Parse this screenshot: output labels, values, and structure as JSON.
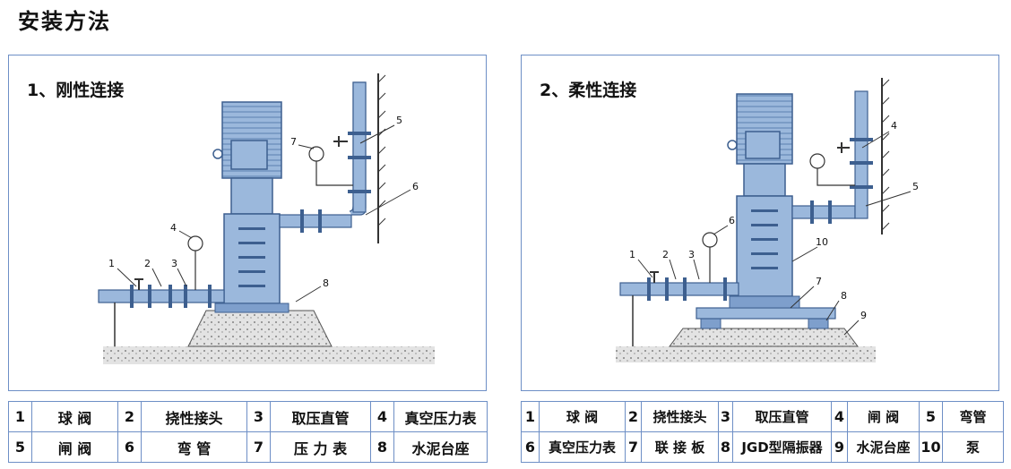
{
  "page": {
    "title": "安装方法"
  },
  "left_panel": {
    "title": "1、刚性连接",
    "callouts": [
      "1",
      "2",
      "3",
      "4",
      "5",
      "6",
      "7",
      "8"
    ],
    "legend": [
      [
        {
          "num": "1",
          "label": "球 阀"
        },
        {
          "num": "2",
          "label": "挠性接头"
        },
        {
          "num": "3",
          "label": "取压直管"
        },
        {
          "num": "4",
          "label": "真空压力表"
        }
      ],
      [
        {
          "num": "5",
          "label": "闸 阀"
        },
        {
          "num": "6",
          "label": "弯   管"
        },
        {
          "num": "7",
          "label": "压 力 表"
        },
        {
          "num": "8",
          "label": "水泥台座"
        }
      ]
    ]
  },
  "right_panel": {
    "title": "2、柔性连接",
    "callouts": [
      "1",
      "2",
      "3",
      "4",
      "5",
      "6",
      "7",
      "8",
      "9",
      "10"
    ],
    "legend": [
      [
        {
          "num": "1",
          "label": "球 阀"
        },
        {
          "num": "2",
          "label": "挠性接头"
        },
        {
          "num": "3",
          "label": "取压直管"
        },
        {
          "num": "4",
          "label": "闸 阀"
        },
        {
          "num": "5",
          "label": "弯管"
        }
      ],
      [
        {
          "num": "6",
          "label": "真空压力表"
        },
        {
          "num": "7",
          "label": "联 接 板"
        },
        {
          "num": "8",
          "label": "JGD型隔振器"
        },
        {
          "num": "9",
          "label": "水泥台座"
        },
        {
          "num": "10",
          "label": "泵"
        }
      ]
    ]
  },
  "colors": {
    "border": "#6e8fc6",
    "pump_body": "#9bb8dc",
    "pump_dark": "#3d5f8f",
    "line": "#333333",
    "concrete": "#d9d9d9"
  }
}
